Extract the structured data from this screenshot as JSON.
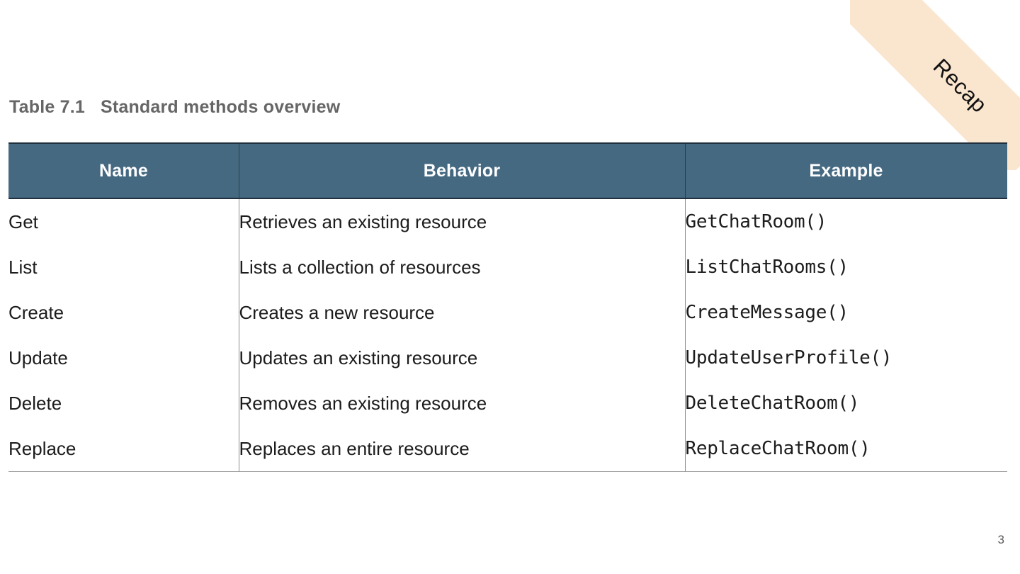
{
  "slide": {
    "page_number": "3",
    "ribbon": {
      "label": "Recap",
      "color": "#fae5ce"
    }
  },
  "caption": {
    "number": "Table 7.1",
    "title": "Standard methods overview"
  },
  "table": {
    "header_color": "#466982",
    "header_text_color": "#ffffff",
    "columns": [
      {
        "label": "Name"
      },
      {
        "label": "Behavior"
      },
      {
        "label": "Example"
      }
    ],
    "rows": [
      {
        "name": "Get",
        "behavior": "Retrieves an existing resource",
        "example": "GetChatRoom()"
      },
      {
        "name": "List",
        "behavior": "Lists a collection of resources",
        "example": "ListChatRooms()"
      },
      {
        "name": "Create",
        "behavior": "Creates a new resource",
        "example": "CreateMessage()"
      },
      {
        "name": "Update",
        "behavior": "Updates an existing resource",
        "example": "UpdateUserProfile()"
      },
      {
        "name": "Delete",
        "behavior": "Removes an existing resource",
        "example": "DeleteChatRoom()"
      },
      {
        "name": "Replace",
        "behavior": "Replaces an entire resource",
        "example": "ReplaceChatRoom()"
      }
    ]
  }
}
